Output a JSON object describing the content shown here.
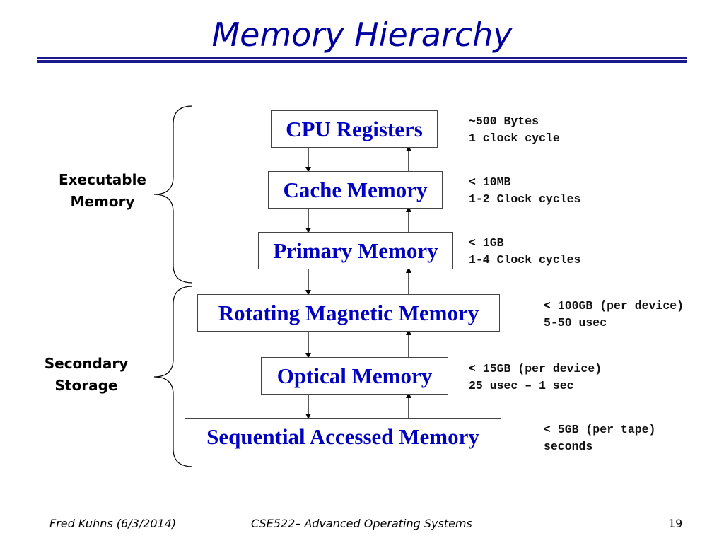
{
  "title": "Memory Hierarchy",
  "levels": [
    {
      "label": "CPU Registers",
      "size": "~500 Bytes",
      "speed": "1 clock cycle"
    },
    {
      "label": "Cache Memory",
      "size": "< 10MB",
      "speed": "1-2 Clock cycles"
    },
    {
      "label": "Primary Memory",
      "size": "< 1GB",
      "speed": "1-4 Clock cycles"
    },
    {
      "label": "Rotating Magnetic Memory",
      "size": "< 100GB (per device)",
      "speed": "5-50 usec"
    },
    {
      "label": "Optical Memory",
      "size": "< 15GB (per device)",
      "speed": "25 usec – 1 sec"
    },
    {
      "label": "Sequential Accessed Memory",
      "size": "< 5GB (per tape)",
      "speed": "seconds"
    }
  ],
  "groups": [
    {
      "line1": "Executable",
      "line2": "Memory"
    },
    {
      "line1": "Secondary",
      "line2": "Storage"
    }
  ],
  "footer": {
    "author": "Fred Kuhns (6/3/2014)",
    "course": "CSE522– Advanced Operating Systems",
    "page": "19"
  },
  "colors": {
    "title": "#0000a0",
    "box_text": "#0000c0"
  }
}
